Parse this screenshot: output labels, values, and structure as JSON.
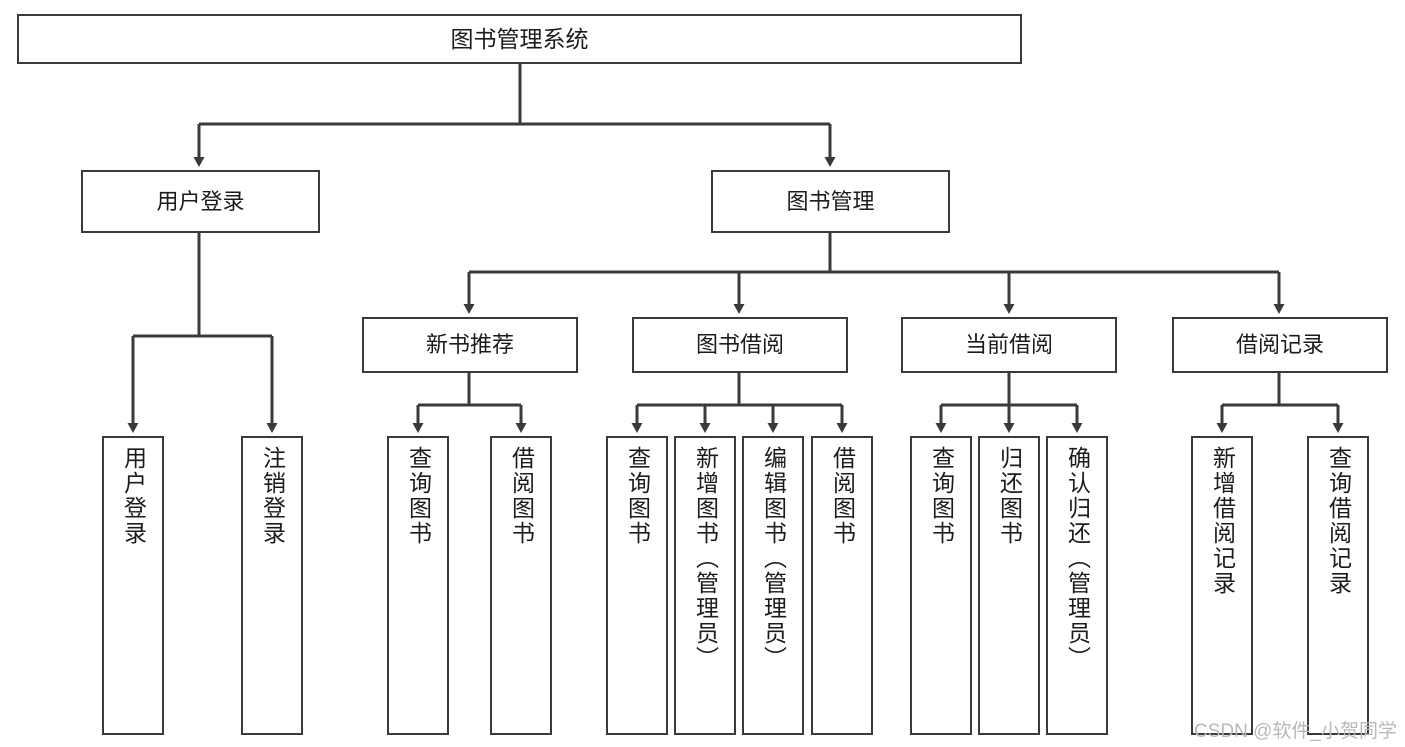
{
  "diagram": {
    "title": "图书管理系统",
    "type": "tree-hierarchy",
    "root": {
      "label": "图书管理系统"
    },
    "level2": [
      {
        "label": "用户登录"
      },
      {
        "label": "图书管理"
      }
    ],
    "level3": [
      {
        "label": "新书推荐"
      },
      {
        "label": "图书借阅"
      },
      {
        "label": "当前借阅"
      },
      {
        "label": "借阅记录"
      }
    ],
    "leaves": {
      "user_login": [
        {
          "label": "用户登录"
        },
        {
          "label": "注销登录"
        }
      ],
      "new_book_recommend": [
        {
          "label": "查询图书"
        },
        {
          "label": "借阅图书"
        }
      ],
      "book_borrow": [
        {
          "label": "查询图书"
        },
        {
          "label": "新增图书（管理员）"
        },
        {
          "label": "编辑图书（管理员）"
        },
        {
          "label": "借阅图书"
        }
      ],
      "current_borrow": [
        {
          "label": "查询图书"
        },
        {
          "label": "归还图书"
        },
        {
          "label": "确认归还（管理员）"
        }
      ],
      "borrow_record": [
        {
          "label": "新增借阅记录"
        },
        {
          "label": "查询借阅记录"
        }
      ]
    }
  },
  "watermark": {
    "text": "CSDN @软件_小贺同学"
  },
  "colors": {
    "box_border": "#3a3a3a",
    "box_fill": "#ffffff",
    "line": "#3a3a3a",
    "text": "#1c1c1c",
    "watermark": "#b9b9b9"
  }
}
